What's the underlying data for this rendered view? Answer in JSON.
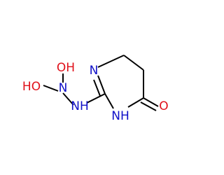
{
  "molecule": {
    "colors": {
      "bond": "#000000",
      "nitrogen": "#1010c8",
      "oxygen": "#e0101a",
      "background": "#ffffff"
    },
    "atoms": {
      "ring_n_top": "N",
      "ring_nh": "NH",
      "carbonyl_o": "O",
      "hydrazine_nh": "NH",
      "hydroxyl_n": "N",
      "oh_top": "OH",
      "oh_left": "HO"
    }
  }
}
